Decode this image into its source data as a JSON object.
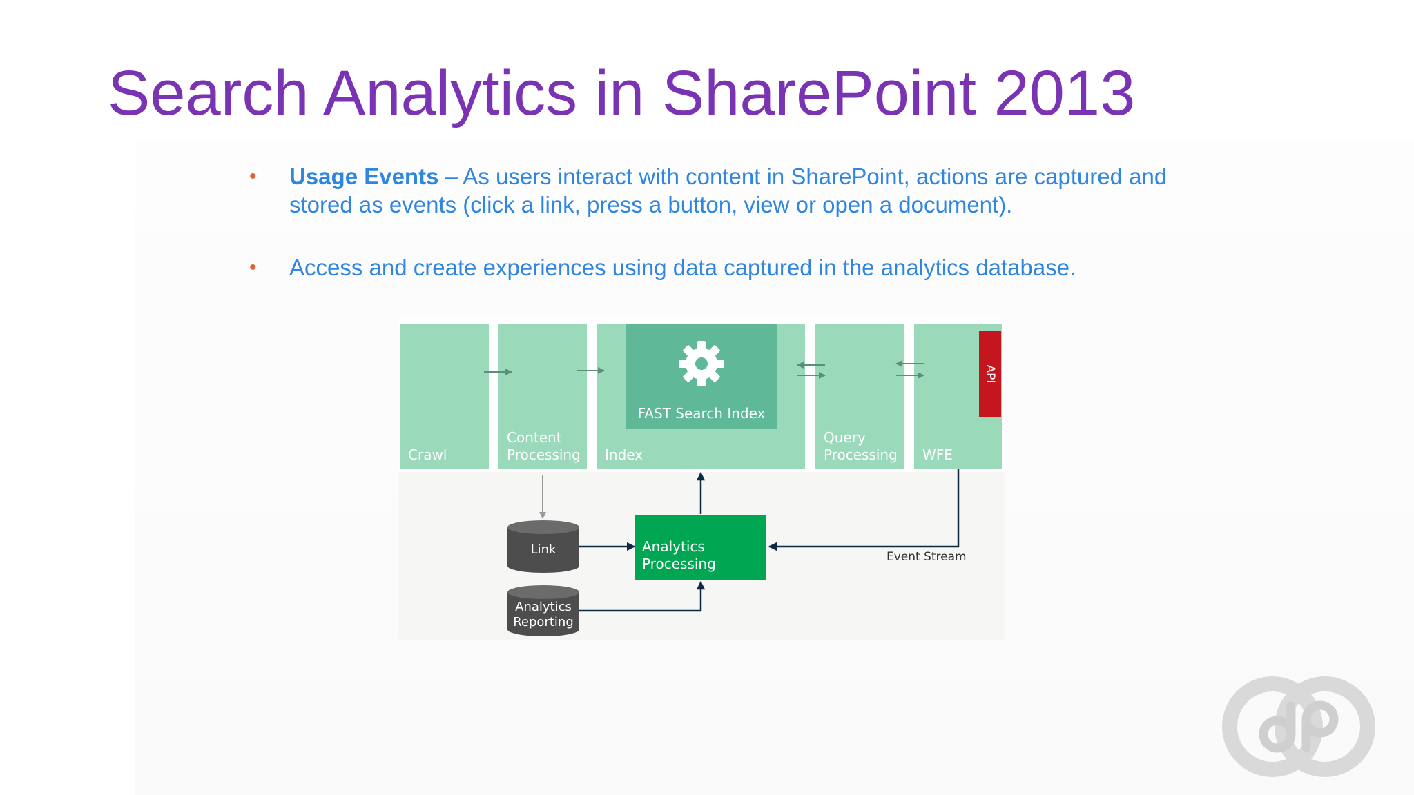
{
  "slide": {
    "title": "Search Analytics in SharePoint 2013",
    "bullets": [
      {
        "lead": "Usage Events",
        "text": " – As users interact with content in SharePoint, actions are captured and stored as events (click a link, press a button, view or open a document)."
      },
      {
        "lead": "",
        "text": "Access and create experiences using data captured in the analytics database."
      }
    ],
    "bullet_symbol": "•"
  },
  "diagram": {
    "columns": [
      {
        "label": "Crawl"
      },
      {
        "label": "Content Processing"
      },
      {
        "label": "Index"
      },
      {
        "label": "Query Processing"
      },
      {
        "label": "WFE"
      }
    ],
    "fast_search_index": {
      "label": "FAST Search Index",
      "icon": "gear-icon"
    },
    "api_label": "API",
    "analytics_processing": "Analytics Processing",
    "link_db": "Link",
    "analytics_reporting_db": "Analytics Reporting",
    "event_stream": "Event Stream",
    "colors": {
      "column": "#9ad9ba",
      "fast_index": "#5fb898",
      "api": "#c3161f",
      "analytics_processing": "#00a651",
      "database": "#4d4d4d"
    }
  },
  "colors": {
    "title": "#7a33b3",
    "body_text": "#2f86e0",
    "bullet": "#e0633a"
  },
  "logo": {
    "icon": "company-logo-icon"
  }
}
